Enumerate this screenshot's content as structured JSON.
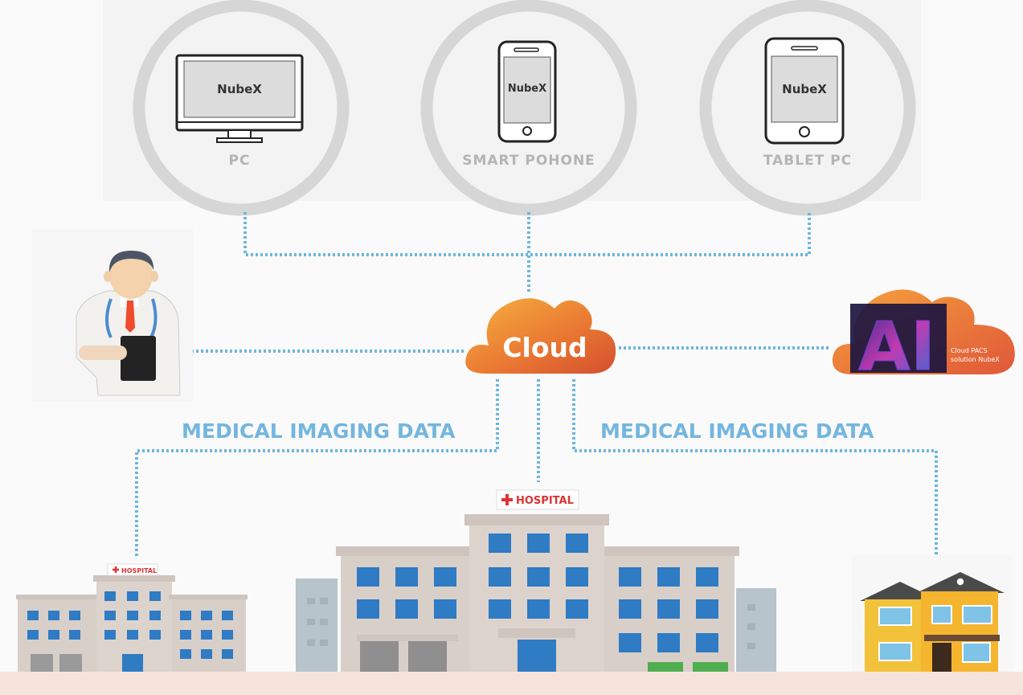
{
  "devices": [
    {
      "name": "pc",
      "label": "PC",
      "screen_text": "NubeX"
    },
    {
      "name": "smartphone",
      "label": "SMART POHONE",
      "screen_text": "NubeX"
    },
    {
      "name": "tablet",
      "label": "TABLET PC",
      "screen_text": "NubeX"
    }
  ],
  "cloud": {
    "label": "Cloud"
  },
  "ai": {
    "label": "AI",
    "caption_line1": "Cloud PACS",
    "caption_line2": "solution NubeX"
  },
  "data_labels": {
    "left": "MEDICAL IMAGING DATA",
    "right": "MEDICAL IMAGING DATA"
  },
  "hospitals": {
    "small_sign": "HOSPITAL",
    "large_sign": "HOSPITAL"
  },
  "colors": {
    "link": "#6db6e0",
    "cloud_start": "#f4a03a",
    "cloud_end": "#d9532c",
    "label_blue": "#74b6df",
    "device_ring": "#d6d6d6"
  }
}
